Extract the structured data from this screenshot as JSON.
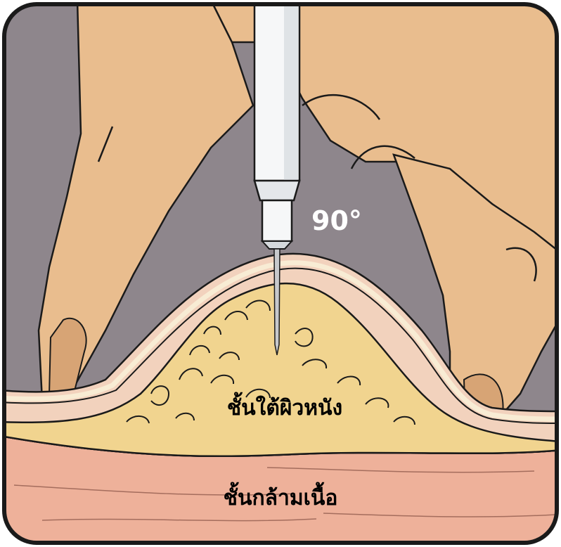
{
  "labels": {
    "angle": "90°",
    "subcutaneous": "ชั้นใต้ผิวหนัง",
    "muscle": "ชั้นกล้ามเนื้อ"
  },
  "colors": {
    "background": "#8e868c",
    "hand": "#e9bd8e",
    "hand_dark": "#d7a475",
    "skin": "#f2d2bd",
    "skin_highlight": "#f8ecd4",
    "fat": "#f1d48f",
    "muscle": "#eeb19a",
    "syringe": "#f6f7f8",
    "outline": "#1a1a1a",
    "text_light": "#ffffff",
    "text_dark": "#000000"
  },
  "icons": {
    "syringe": "syringe-icon",
    "needle": "needle-icon",
    "hand": "pinching-hand-icon"
  }
}
